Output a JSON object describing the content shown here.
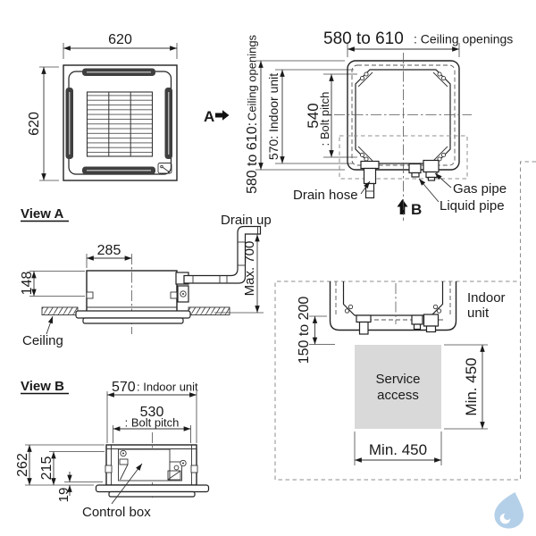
{
  "colors": {
    "line": "#222222",
    "dashed_boundary": "#8c8c8c",
    "hidden_line": "#555555",
    "louver_fill": "#3f3f3f",
    "service_fill": "#d9d9d9",
    "watermark_blue": "#a8c8e6",
    "text": "#1a1a1a"
  },
  "panel_front_view": {
    "width_dim": "620",
    "height_dim": "620"
  },
  "top_view": {
    "ceiling_openings_value": "580 to 610",
    "ceiling_openings_label": ": Ceiling openings",
    "ceiling_openings_side_value": "580 to 610:",
    "ceiling_openings_side_label": "Ceiling openings",
    "indoor_unit_dim": "570: Indoor unit",
    "bolt_pitch_value": "540",
    "bolt_pitch_label": ": Bolt pitch",
    "drain_hose_label": "Drain hose",
    "gas_pipe_label": "Gas pipe",
    "liquid_pipe_label": "Liquid pipe",
    "view_a_marker": "A",
    "view_b_marker": "B"
  },
  "view_a": {
    "title": "View A",
    "drain_up_label": "Drain up",
    "top_width_dim": "285",
    "height_dim": "148",
    "drain_height_dim": "Max. 700",
    "ceiling_label": "Ceiling"
  },
  "view_b": {
    "title": "View B",
    "indoor_unit_value": "570",
    "indoor_unit_label": ": Indoor unit",
    "bolt_pitch_value": "530",
    "bolt_pitch_label": ": Bolt pitch",
    "total_height_dim": "262",
    "body_height_dim": "215",
    "panel_gap_dim": "19",
    "control_box_label": "Control box"
  },
  "service_clearance": {
    "indoor_unit_line1": "Indoor",
    "indoor_unit_line2": "unit",
    "gap_dim": "150 to 200",
    "service_access_line1": "Service",
    "service_access_line2": "access",
    "min_side_dim": "Min. 450",
    "min_bottom_dim": "Min. 450"
  }
}
